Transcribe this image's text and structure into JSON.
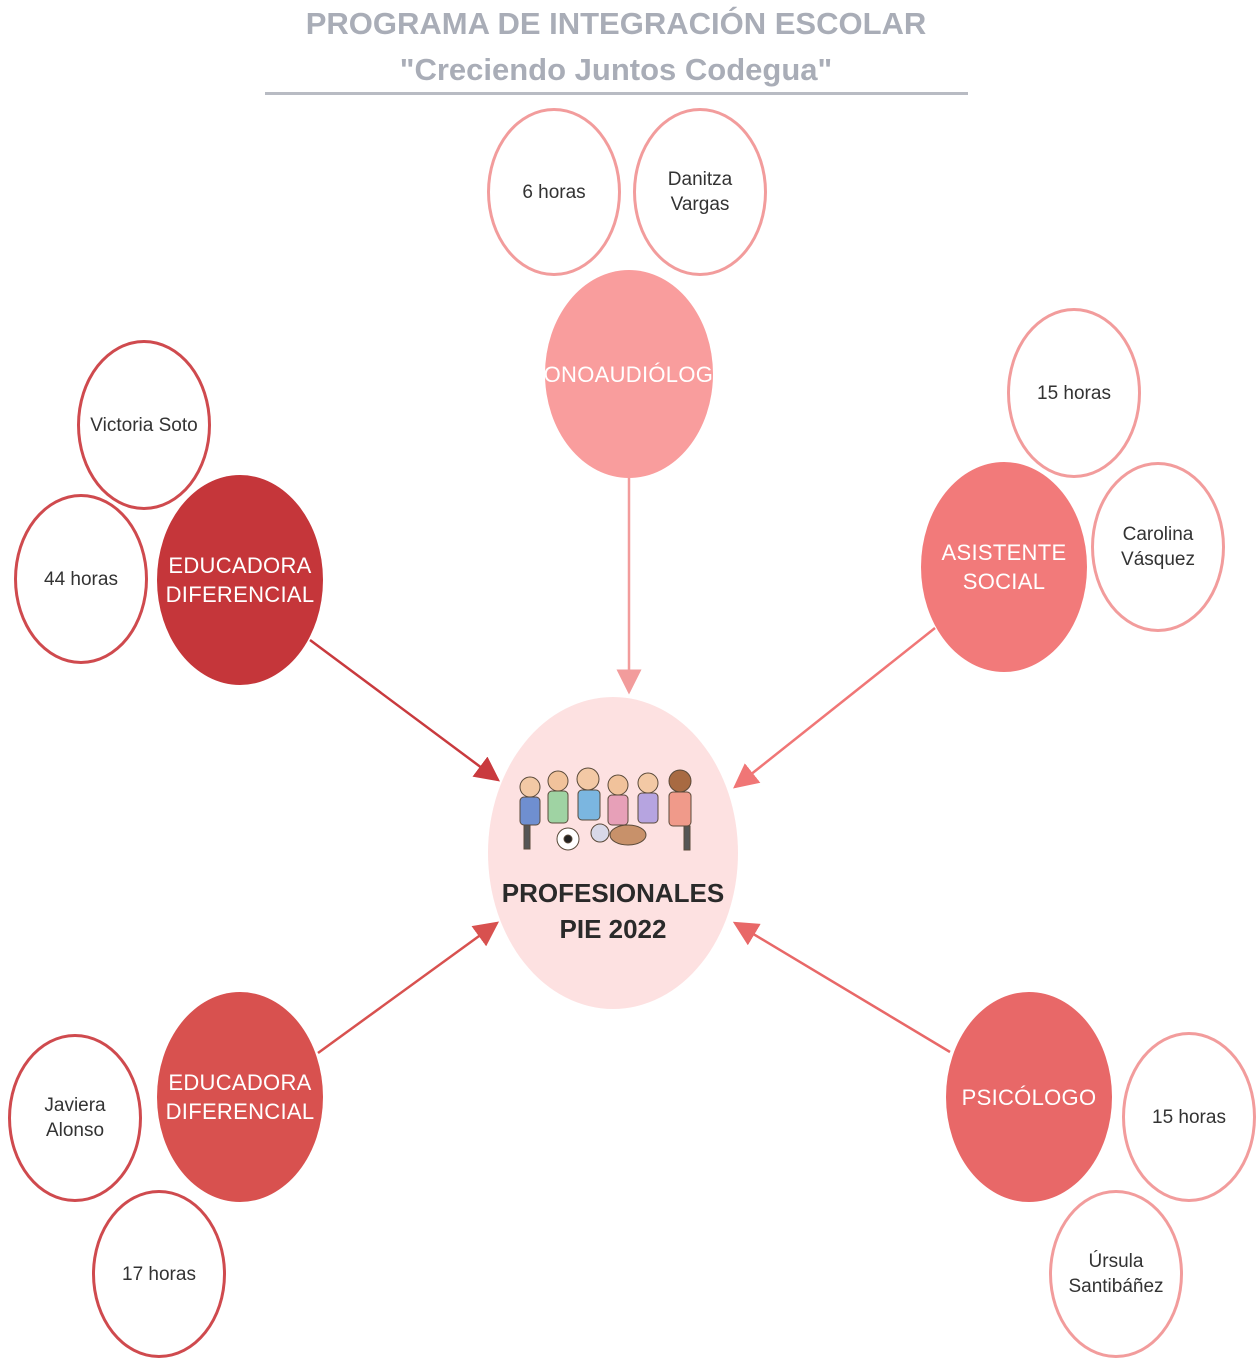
{
  "header": {
    "title": "PROGRAMA DE INTEGRACIÓN ESCOLAR",
    "subtitle": "\"Creciendo Juntos Codegua\""
  },
  "center": {
    "label": "PROFESIONALES\nPIE 2022",
    "image": "children-group-illustration"
  },
  "roles": {
    "fono": {
      "label": "FONOAUDIÓLOGA",
      "name": "Danitza\nVargas",
      "hours": "6 horas",
      "color": "#f99d9d"
    },
    "asistente": {
      "label": "ASISTENTE\nSOCIAL",
      "name": "Carolina\nVásquez",
      "hours": "15 horas",
      "color": "#f27a7a"
    },
    "edu1": {
      "label": "EDUCADORA\nDIFERENCIAL",
      "name": "Victoria Soto",
      "hours": "44 horas",
      "color": "#c5363a"
    },
    "edu2": {
      "label": "EDUCADORA\nDIFERENCIAL",
      "name": "Javiera\nAlonso",
      "hours": "17 horas",
      "color": "#d8514f"
    },
    "psico": {
      "label": "PSICÓLOGO",
      "name": "Úrsula\nSantibáñez",
      "hours": "15 horas",
      "color": "#e86868"
    }
  },
  "colors": {
    "title": "#a9adb7",
    "center_fill": "#fde1e1",
    "small_border_light": "#f29c9c",
    "small_border_dark": "#cf4a4e"
  }
}
